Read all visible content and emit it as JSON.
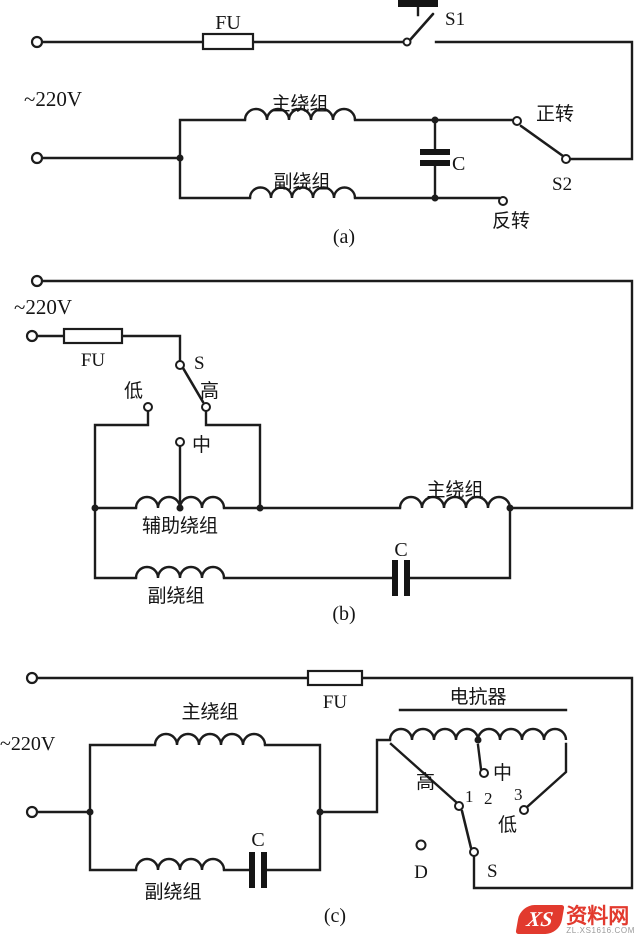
{
  "diagram_a": {
    "voltage": "~220V",
    "fuse": "FU",
    "switch1": "S1",
    "main_winding": "主绕组",
    "aux_winding": "副绕组",
    "capacitor": "C",
    "forward": "正转",
    "switch2": "S2",
    "reverse": "反转",
    "caption": "(a)"
  },
  "diagram_b": {
    "voltage": "~220V",
    "fuse": "FU",
    "switch": "S",
    "low": "低",
    "high": "高",
    "mid": "中",
    "helper_winding": "辅助绕组",
    "main_winding": "主绕组",
    "aux_winding": "副绕组",
    "capacitor": "C",
    "caption": "(b)"
  },
  "diagram_c": {
    "voltage": "~220V",
    "fuse": "FU",
    "reactor": "电抗器",
    "main_winding": "主绕组",
    "aux_winding": "副绕组",
    "capacitor": "C",
    "mid": "中",
    "high": "高",
    "low": "低",
    "tap1": "1",
    "tap2": "2",
    "tap3": "3",
    "d_contact": "D",
    "switch": "S",
    "caption": "(c)"
  },
  "watermark": {
    "logo": "XS",
    "name": "资料网",
    "url": "ZL.XS1616.COM"
  }
}
